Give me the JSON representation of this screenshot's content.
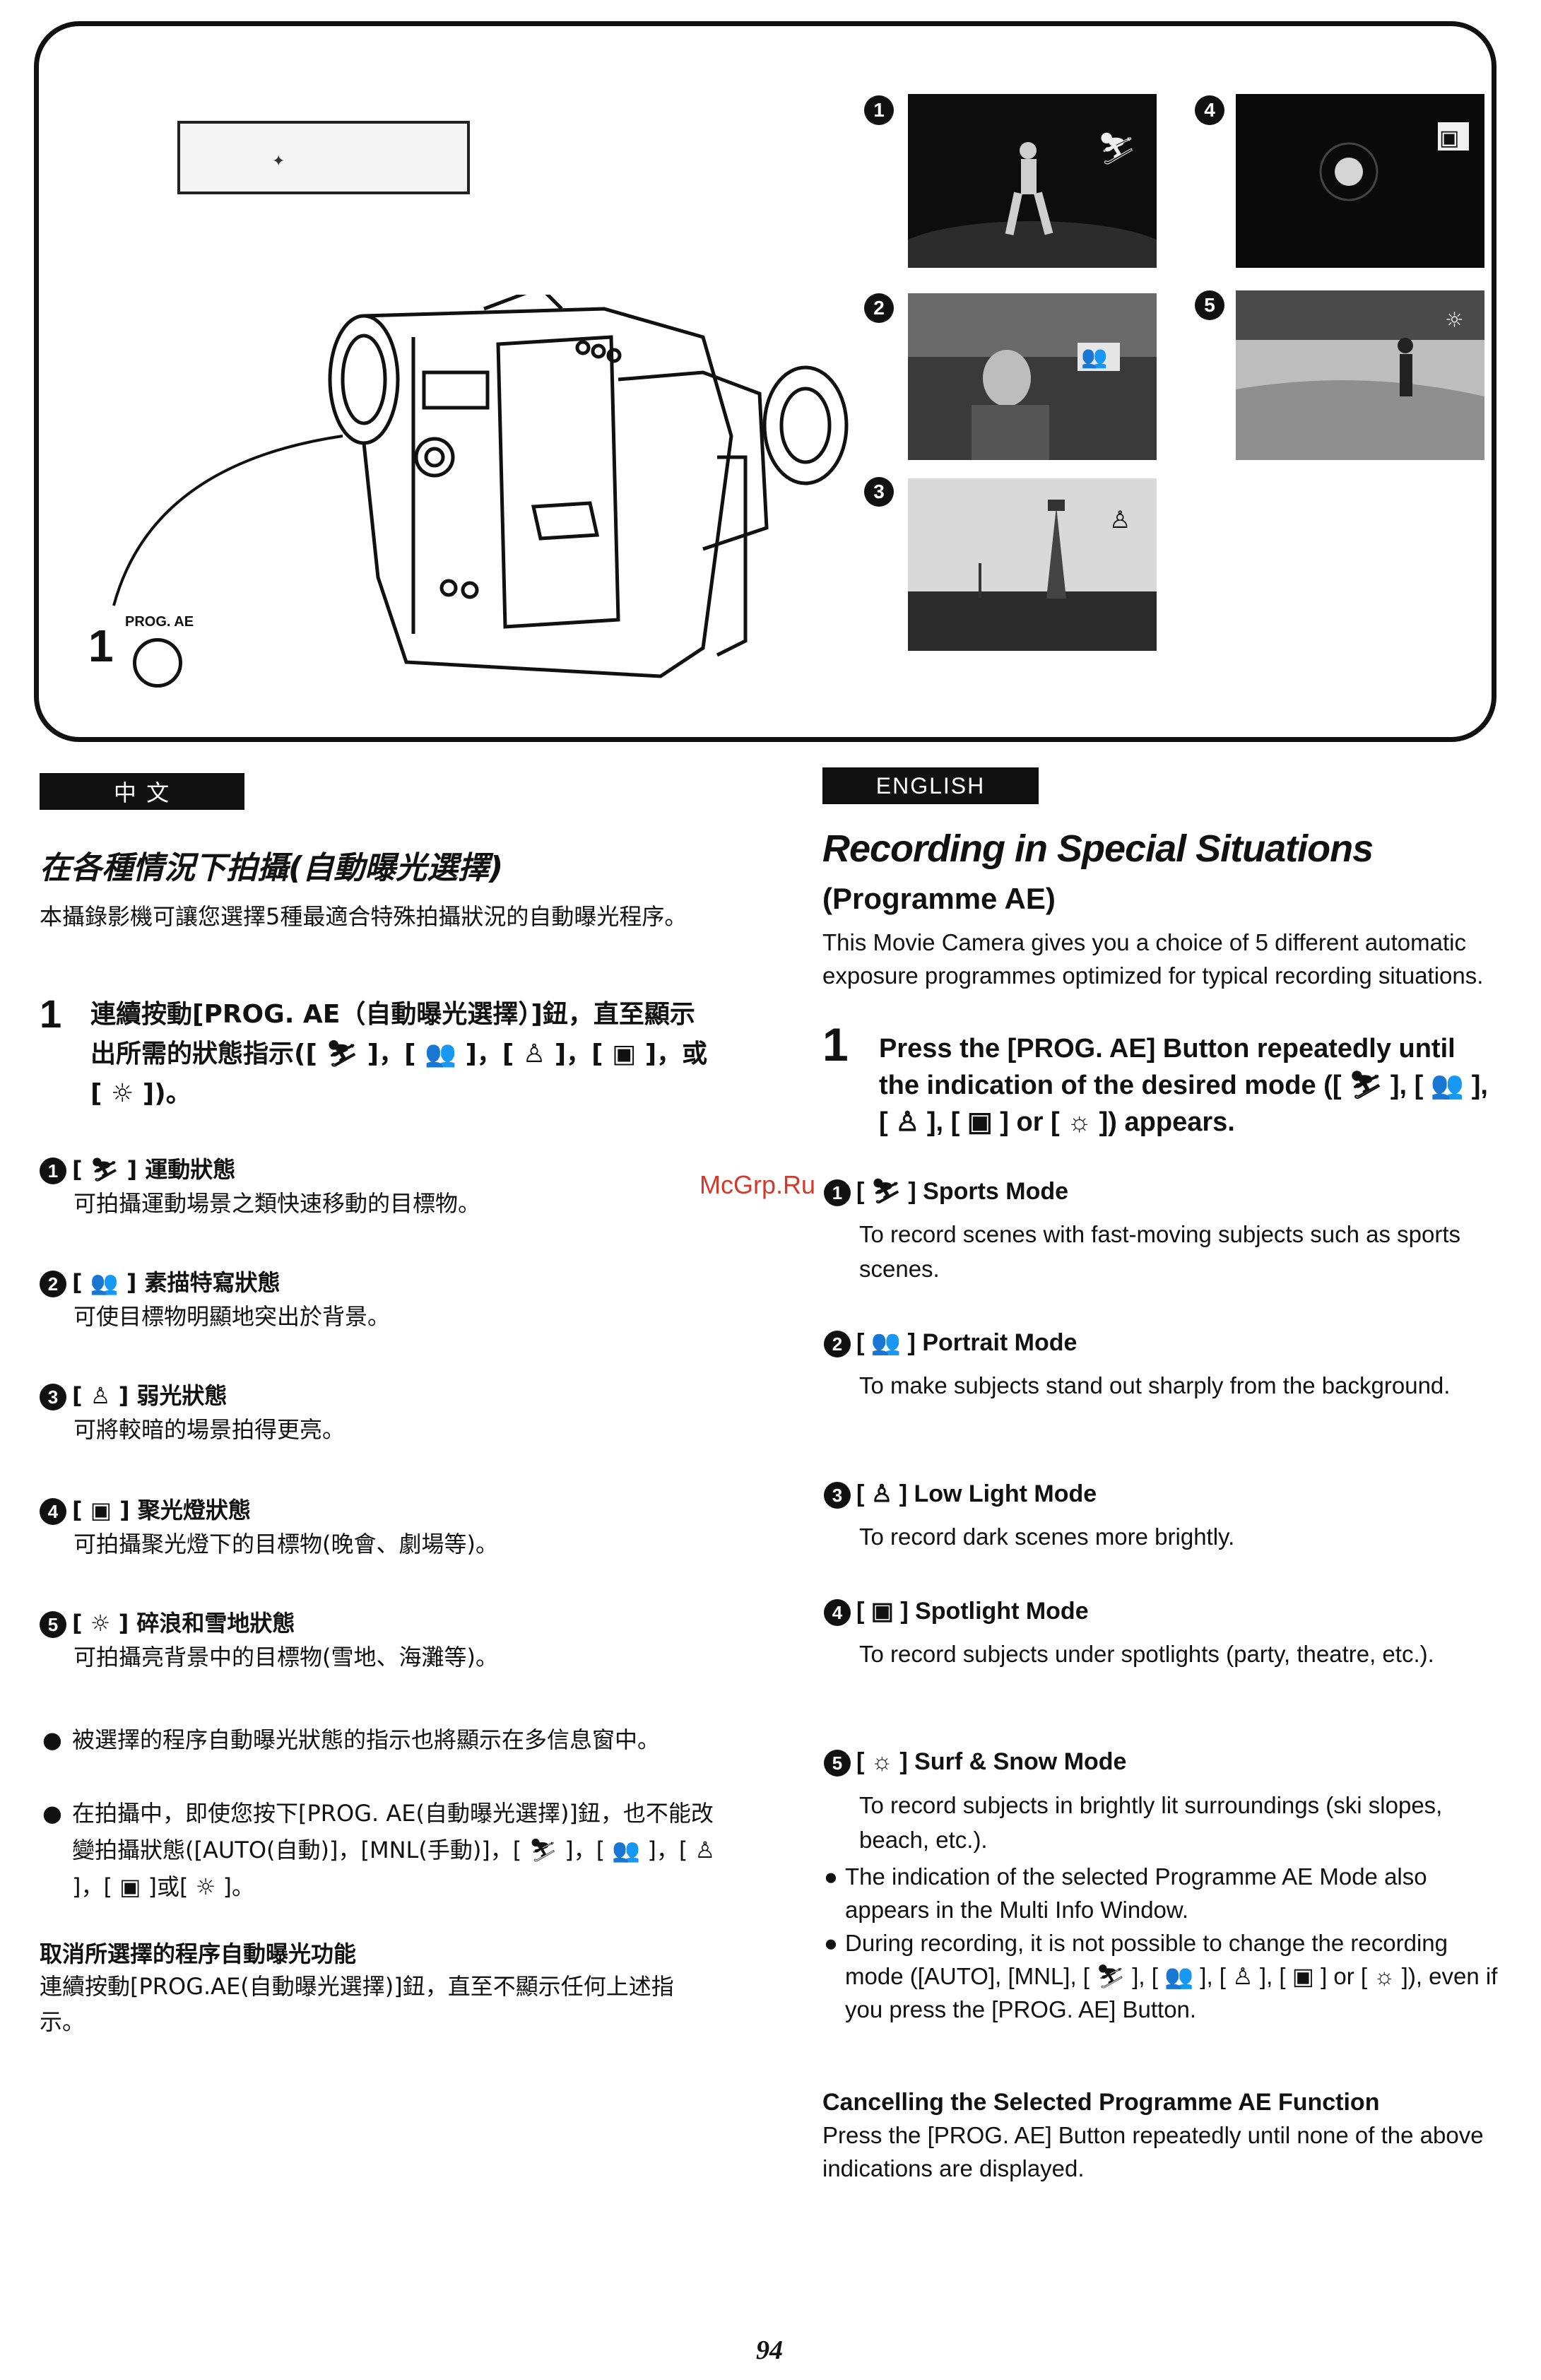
{
  "figure": {
    "step_number": "1",
    "button_label": "PROG. AE",
    "photo_numbers": [
      "1",
      "2",
      "3",
      "4",
      "5"
    ]
  },
  "chinese": {
    "lang_label": "中 文",
    "title": "在各種情況下拍攝(自動曝光選擇)",
    "intro": "本攝錄影機可讓您選擇5種最適合特殊拍攝狀況的自動曝光程序。",
    "step1_number": "1",
    "step1_text": "連續按動[PROG. AE（自動曝光選擇）]鈕，直至顯示出所需的狀態指示([ ⛷ ]，[ 👥 ]，[ ♙ ]，[ ▣ ]，或[ ☼ ])。",
    "modes": [
      {
        "num": "1",
        "title": "[ ⛷ ] 運動狀態",
        "desc": "可拍攝運動場景之類快速移動的目標物。"
      },
      {
        "num": "2",
        "title": "[ 👥 ] 素描特寫狀態",
        "desc": "可使目標物明顯地突出於背景。"
      },
      {
        "num": "3",
        "title": "[ ♙ ] 弱光狀態",
        "desc": "可將較暗的場景拍得更亮。"
      },
      {
        "num": "4",
        "title": "[ ▣ ] 聚光燈狀態",
        "desc": "可拍攝聚光燈下的目標物(晚會、劇場等)。"
      },
      {
        "num": "5",
        "title": "[ ☼ ] 碎浪和雪地狀態",
        "desc": "可拍攝亮背景中的目標物(雪地、海灘等)。"
      }
    ],
    "bullets": [
      "被選擇的程序自動曝光狀態的指示也將顯示在多信息窗中。",
      "在拍攝中，即使您按下[PROG. AE(自動曝光選擇)]鈕，也不能改變拍攝狀態([AUTO(自動)]，[MNL(手動)]，[ ⛷ ]，[ 👥 ]，[ ♙ ]，[ ▣ ]或[ ☼ ]。"
    ],
    "cancel_heading": "取消所選擇的程序自動曝光功能",
    "cancel_text": "連續按動[PROG.AE(自動曝光選擇)]鈕，直至不顯示任何上述指示。"
  },
  "english": {
    "lang_label": "ENGLISH",
    "title": "Recording in Special Situations",
    "subtitle": "(Programme AE)",
    "intro": "This Movie Camera gives you a choice of 5 different automatic exposure programmes optimized for typical recording situations.",
    "step1_number": "1",
    "step1_text": "Press the [PROG. AE] Button repeatedly until the indication of the desired mode ([ ⛷ ], [ 👥 ], [ ♙ ], [ ▣ ] or [ ☼ ]) appears.",
    "modes": [
      {
        "num": "1",
        "title": "[ ⛷ ] Sports Mode",
        "desc": "To record scenes with fast-moving subjects such as sports scenes."
      },
      {
        "num": "2",
        "title": "[ 👥 ] Portrait Mode",
        "desc": "To make subjects stand out sharply from the background."
      },
      {
        "num": "3",
        "title": "[ ♙ ] Low Light Mode",
        "desc": "To record dark scenes more brightly."
      },
      {
        "num": "4",
        "title": "[ ▣ ] Spotlight Mode",
        "desc": "To record subjects under spotlights (party, theatre, etc.)."
      },
      {
        "num": "5",
        "title": "[ ☼ ] Surf & Snow Mode",
        "desc": "To record subjects in brightly lit surroundings (ski slopes, beach, etc.)."
      }
    ],
    "bullets": [
      "The indication of the selected Programme AE Mode also appears in the Multi Info Window.",
      "During recording, it is not possible to change the recording mode ([AUTO], [MNL], [ ⛷ ], [ 👥 ], [ ♙ ], [ ▣ ] or [ ☼ ]), even if you press the [PROG. AE] Button."
    ],
    "cancel_heading": "Cancelling the Selected Programme AE Function",
    "cancel_text": "Press the [PROG. AE] Button repeatedly until none of the above indications are displayed."
  },
  "watermark": "McGrp.Ru",
  "page_number": "94"
}
